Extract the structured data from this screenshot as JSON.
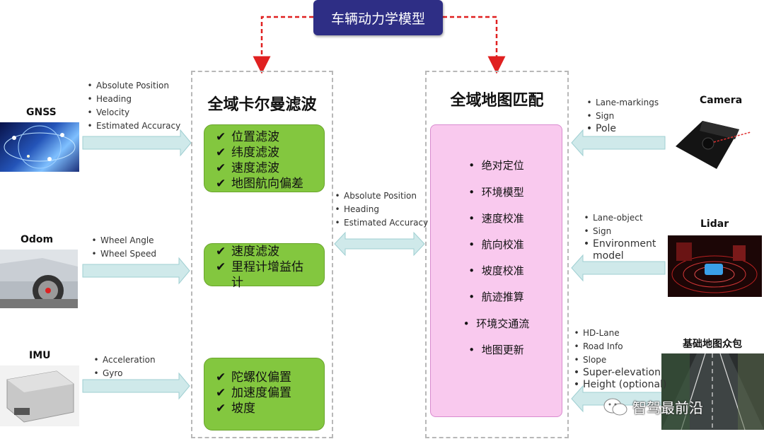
{
  "top_title": "车辆动力学模型",
  "kalman": {
    "title": "全域卡尔曼滤波",
    "groups": [
      [
        "位置滤波",
        "纬度滤波",
        "速度滤波",
        "地图航向偏差"
      ],
      [
        "速度滤波",
        "里程计增益估",
        "计"
      ],
      [
        "陀螺仪偏置",
        "加速度偏置",
        "坡度"
      ]
    ]
  },
  "map_match": {
    "title": "全域地图匹配",
    "items": [
      "绝对定位",
      "环境模型",
      "速度校准",
      "航向校准",
      "坡度校准",
      "航迹推算",
      "环境交通流",
      "地图更新"
    ]
  },
  "middle_bullets": [
    "Absolute Position",
    "Heading",
    "Estimated Accuracy"
  ],
  "left_sensors": [
    {
      "label": "GNSS",
      "bullets": [
        "Absolute Position",
        "Heading",
        "Velocity",
        "Estimated Accuracy"
      ]
    },
    {
      "label": "Odom",
      "bullets": [
        "Wheel Angle",
        "Wheel Speed"
      ]
    },
    {
      "label": "IMU",
      "bullets": [
        "Acceleration",
        "Gyro"
      ]
    }
  ],
  "right_sensors": [
    {
      "label": "Camera",
      "bullets": [
        "Lane-markings",
        "Sign",
        "Pole"
      ]
    },
    {
      "label": "Lidar",
      "bullets": [
        "Lane-object",
        "Sign",
        "Environment",
        "model"
      ]
    },
    {
      "label": "基础地图众包",
      "bullets": [
        "HD-Lane",
        "Road Info",
        "Slope",
        "Super-elevation",
        "Height (optional)"
      ]
    }
  ],
  "watermark": "智驾最前沿",
  "check_glyph": "✔",
  "colors": {
    "title_bg": "#2e2e85",
    "green": "#83c73f",
    "pink": "#f9c9ee",
    "arrow": "#cfe9ea",
    "red_dash": "#e02020"
  }
}
